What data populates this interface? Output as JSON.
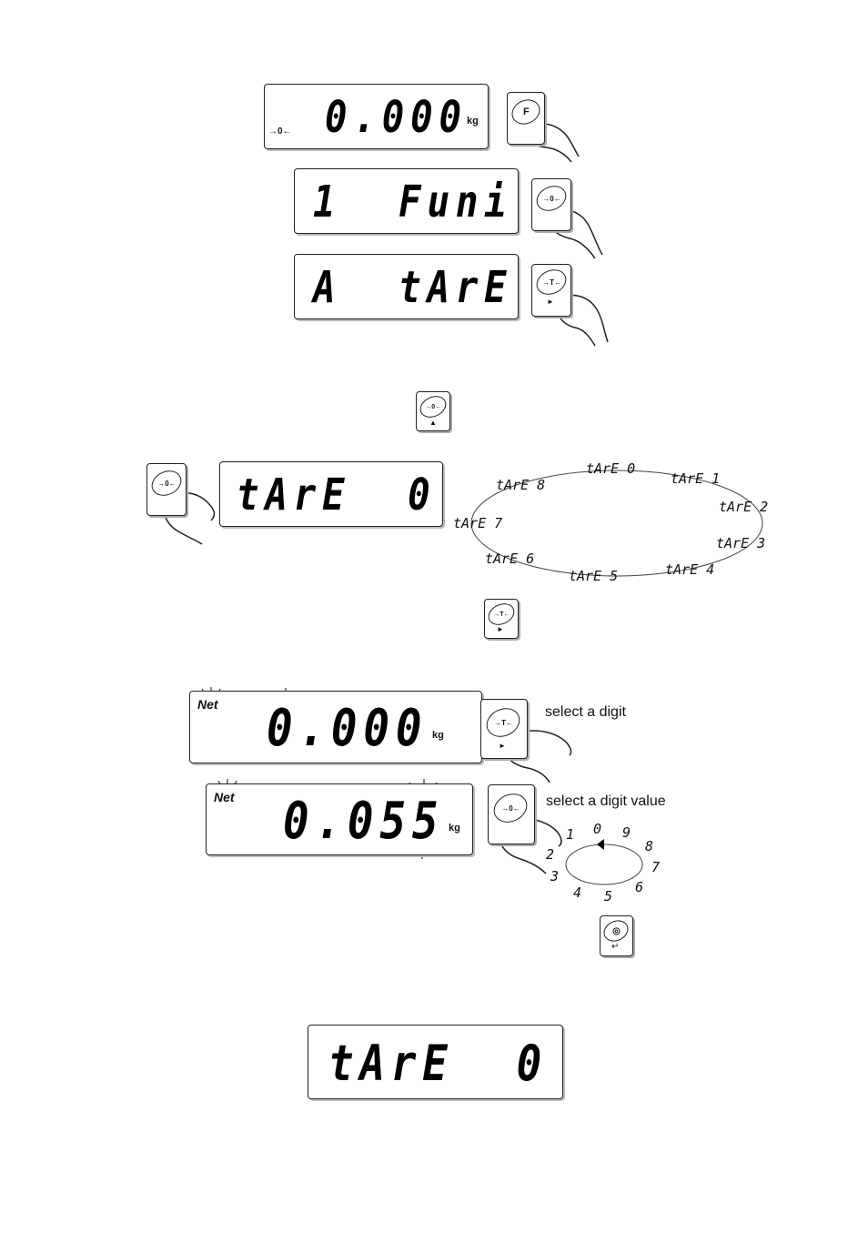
{
  "step1": {
    "display_value": "0.000",
    "unit": "kg",
    "zero_indicator": "→0←",
    "key_label": "F"
  },
  "step2": {
    "display_text": "1  Funi",
    "key_label": "→0←"
  },
  "step3": {
    "display_text": "A  tArE",
    "key_label": "→T←",
    "key_arrow": "►"
  },
  "step4": {
    "key_label": "→0←",
    "key_arrow": "▲"
  },
  "step5": {
    "key_label": "→0←",
    "display_text": "tArE  0",
    "ring": [
      "tArE 0",
      "tArE 1",
      "tArE 2",
      "tArE 3",
      "tArE 4",
      "tArE 5",
      "tArE 6",
      "tArE 7",
      "tArE 8"
    ]
  },
  "step6": {
    "key_label": "→T←",
    "key_arrow": "►"
  },
  "step7": {
    "net_label": "Net",
    "display_value": "0.000",
    "unit": "kg",
    "key_label": "→T←",
    "key_arrow": "►",
    "caption": "select a digit"
  },
  "step8": {
    "net_label": "Net",
    "display_value": "0.055",
    "unit": "kg",
    "key_label": "→0←",
    "caption": "select a digit value",
    "digits": [
      "0",
      "9",
      "8",
      "7",
      "6",
      "5",
      "4",
      "3",
      "2",
      "1"
    ]
  },
  "step9": {
    "key_label": "◎",
    "key_arrow": "↵"
  },
  "result": {
    "display_text": "tArE  0"
  },
  "icons": [
    "stability-icon",
    "finger-press-icon",
    "flash-marks-icon",
    "cycle-arrow-icon"
  ]
}
